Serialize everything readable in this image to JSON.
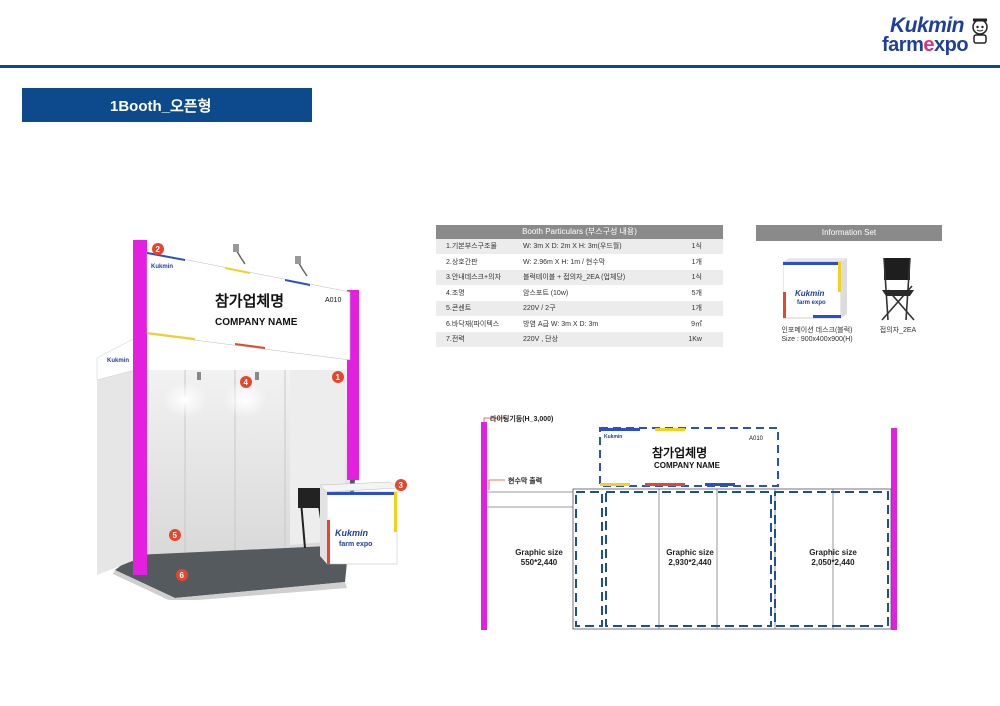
{
  "logo": {
    "line1": "Kukmin",
    "line2_a": "farm",
    "line2_e": "e",
    "line2_b": "xpo"
  },
  "page_title": "1Booth_오픈형",
  "booth_render": {
    "fascia_title": "참가업체명",
    "fascia_sub": "COMPANY NAME",
    "booth_no": "A010",
    "markers": [
      "1",
      "2",
      "3",
      "4",
      "5",
      "6"
    ],
    "desk_logo_a": "Kukmin",
    "desk_logo_b": "farm expo"
  },
  "particulars": {
    "title": "Booth Particulars (부스구성 내용)",
    "rows": [
      {
        "item": "1.기본부스구조물",
        "spec": "W: 3m X D: 2m X H: 3m(우드월)",
        "qty": "1식"
      },
      {
        "item": "2.상호간판",
        "spec": "W: 2.96m X H: 1m / 현수막",
        "qty": "1개"
      },
      {
        "item": "3.안내데스크+의자",
        "spec": "블럭테이블 + 접의자_2EA (업체당)",
        "qty": "1식"
      },
      {
        "item": "4.조명",
        "spec": "암스포트 (10w)",
        "qty": "5개"
      },
      {
        "item": "5.콘센트",
        "spec": "220V / 2구",
        "qty": "1개"
      },
      {
        "item": "6.바닥재(파이텍스",
        "spec": "방염 A급 W: 3m X D: 3m",
        "qty": "9㎡"
      },
      {
        "item": "7.전력",
        "spec": "220V , 단상",
        "qty": "1Kw"
      }
    ]
  },
  "info_set": {
    "title": "Information Set",
    "desk_caption_1": "인포메이션 데스크(블럭)",
    "desk_caption_2": "Size : 900x400x900(H)",
    "chair_caption": "접의자_2EA"
  },
  "plan": {
    "truss_label": "라이팅기둥(H_3,000)",
    "banner_label": "현수막 출력",
    "fascia_title": "참가업체명",
    "fascia_sub": "COMPANY NAME",
    "booth_no": "A010",
    "graphics": [
      {
        "label": "Graphic size",
        "size": "550*2,440"
      },
      {
        "label": "Graphic size",
        "size": "2,930*2,440"
      },
      {
        "label": "Graphic size",
        "size": "2,050*2,440"
      }
    ]
  },
  "colors": {
    "brand_blue": "#0d4a8c",
    "truss_magenta": "#e31fe0",
    "marker_red": "#e5462c",
    "dash_blue": "#1a4f9c"
  }
}
